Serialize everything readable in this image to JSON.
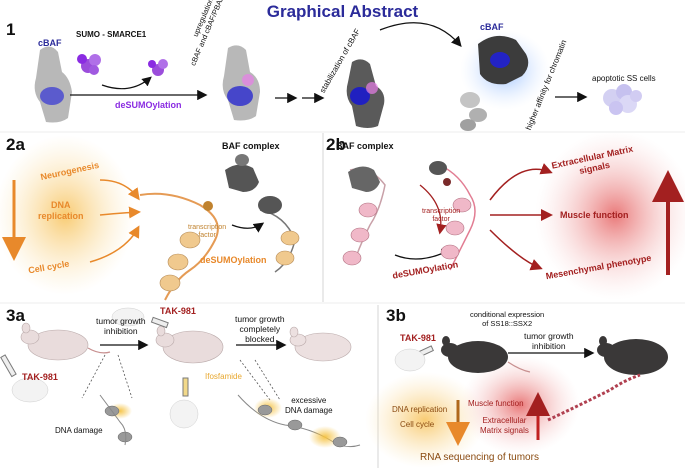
{
  "title": "Graphical Abstract",
  "panels": {
    "p1": {
      "number": "1",
      "cbaf_left": "cBAF",
      "sumo_label": "SUMO - SMARCE1",
      "desumo": "deSUMOylation",
      "upregulation": "upregulation of\ncBAF and cBAF/PBAF subunits",
      "stabilization": "stabilization of cBAF",
      "cbaf_right": "cBAF",
      "affinity": "higher affinity for chromatin",
      "apoptotic": "apoptotic SS cells"
    },
    "p2a": {
      "number": "2a",
      "neurogenesis": "Neurogenesis",
      "dna_replication": "DNA\nreplication",
      "cell_cycle": "Cell cycle",
      "baf_complex": "BAF complex",
      "tf": "transcription\nfactor",
      "desumo": "deSUMOylation"
    },
    "p2b": {
      "number": "2b",
      "baf_complex": "BAF complex",
      "tf": "transcription\nfactor",
      "desumo": "deSUMOylation",
      "ecm": "Extracellular Matrix\nsignals",
      "muscle": "Muscle function",
      "mesenchymal": "Mesenchymal phenotype"
    },
    "p3a": {
      "number": "3a",
      "tak_top": "TAK-981",
      "tumor_growth_inhibition": "tumor growth\ninhibition",
      "tak_left": "TAK-981",
      "tumor_growth_blocked": "tumor growth\ncompletely\nblocked",
      "ifosfamide": "Ifosfamide",
      "dna_damage": "DNA damage",
      "excessive_damage": "excessive\nDNA damage"
    },
    "p3b": {
      "number": "3b",
      "tak": "TAK-981",
      "conditional": "conditional expression\nof SS18::SSX2",
      "tumor_growth_inhibition": "tumor growth\ninhibition",
      "dna_replication": "DNA replication",
      "cell_cycle": "Cell cycle",
      "muscle_function": "Muscle function",
      "ecm_signals": "Extracellular\nMatrix signals",
      "rna_seq": "RNA sequencing of tumors"
    }
  },
  "colors": {
    "title": "#2b2b9a",
    "purple": "#8a2be2",
    "orange": "#e8892b",
    "darkred": "#a32020",
    "grey": "#8a8a8a"
  }
}
